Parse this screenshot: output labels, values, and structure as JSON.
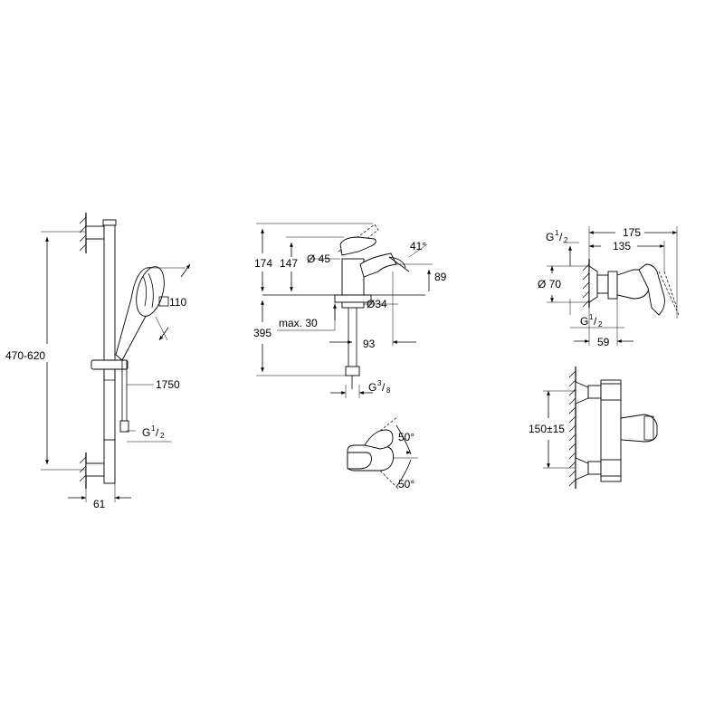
{
  "rail_set": {
    "height_range": "470-620",
    "hose_length": "1750",
    "head_size": "110",
    "wall_offset": "61",
    "hose_thread_g": "G",
    "hose_thread_num": "1",
    "hose_thread_den": "2"
  },
  "basin_mixer": {
    "total_height": "174",
    "spout_height": "147",
    "handle_diameter": "Ø 45",
    "lever_angle": "41°",
    "spout_clearance": "89",
    "hole_diameter": "Ø34",
    "below_deck": "395",
    "max_deck": "max. 30",
    "spout_reach": "93",
    "connection_g": "G",
    "connection_num": "3",
    "connection_den": "8"
  },
  "top_view": {
    "angle_upper": "50°",
    "angle_lower": "50°"
  },
  "shower_mixer": {
    "width_total": "175",
    "width_body": "135",
    "flange_diameter": "Ø 70",
    "depth": "59",
    "centers": "150±15",
    "inlet_g_top": "G",
    "inlet_g_bottom": "G",
    "inlet_num": "1",
    "inlet_den": "2"
  }
}
